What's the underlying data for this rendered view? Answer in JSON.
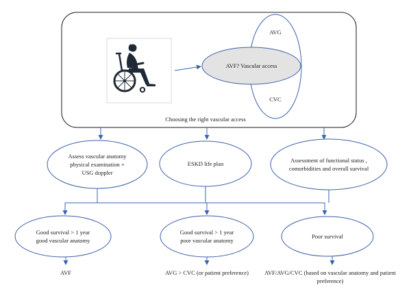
{
  "top_box": {
    "caption": "Choosing the right vascular access",
    "access_options": {
      "main": "AVF? Vascular access",
      "upper": "AVG",
      "lower": "CVC"
    },
    "icon": "wheelchair-patient-icon"
  },
  "assessments": [
    {
      "lines": [
        "Assess vascular anatomy",
        "physical examination +",
        "USG doppler"
      ]
    },
    {
      "lines": [
        "ESKD life plan"
      ]
    },
    {
      "lines": [
        "Assessment of functional status ,",
        "comorbidities and overall survival"
      ]
    }
  ],
  "scenarios": [
    {
      "lines": [
        "Good survival > 1 year",
        "good vascular anatomy"
      ]
    },
    {
      "lines": [
        "Good survival > 1 year",
        "poor vascular anatomy"
      ]
    },
    {
      "lines": [
        "Poor survival"
      ]
    }
  ],
  "outcomes": [
    {
      "lines": [
        "AVF"
      ]
    },
    {
      "lines": [
        "AVG > CVC (or patient preference)"
      ]
    },
    {
      "lines": [
        "AVF/AVG/CVC (based on vascular anatomy and patient",
        "preference)"
      ]
    }
  ],
  "colors": {
    "connector": "#3b63b0",
    "ellipse_border": "#3b5fa8",
    "highlight_fill": "#e3e3e3",
    "icon_dark": "#1f2a36"
  }
}
